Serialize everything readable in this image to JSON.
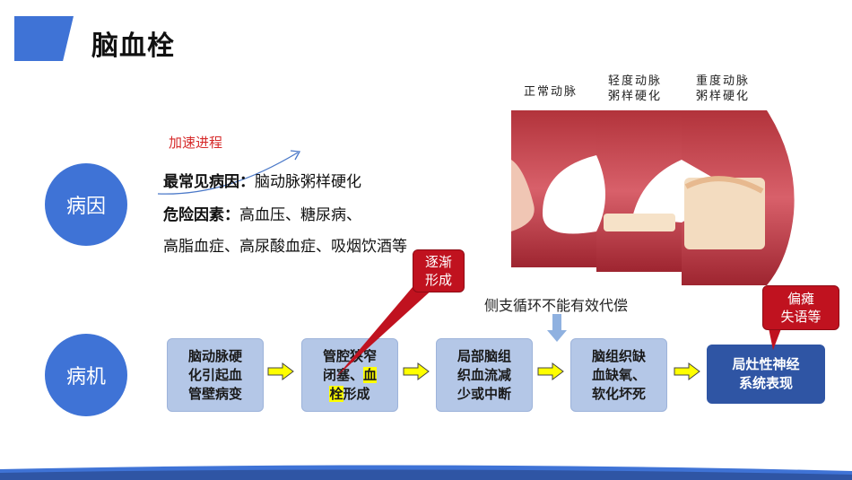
{
  "title": "脑血栓",
  "colors": {
    "accent": "#3f73d6",
    "box": "#b4c7e7",
    "final_box": "#2f55a4",
    "callout": "#c0121f"
  },
  "cause": {
    "circle_label": "病因",
    "accelerate_label": "加速进程",
    "common_label": "最常见病因：",
    "common_value": "脑动脉粥样硬化",
    "risk_label": "危险因素：",
    "risk_value_1": "高血压、糖尿病、",
    "risk_value_2": "高脂血症、高尿酸血症、吸烟饮酒等"
  },
  "artery": {
    "normal": "正常动脉",
    "mild_1": "轻度动脉",
    "mild_2": "粥样硬化",
    "severe_1": "重度动脉",
    "severe_2": "粥样硬化"
  },
  "mechanism": {
    "circle_label": "病机",
    "side_note": "侧支循环不能有效代偿",
    "callout_thrombus_1": "逐渐",
    "callout_thrombus_2": "形成",
    "callout_symptoms_1": "偏瘫",
    "callout_symptoms_2": "失语等",
    "steps": [
      {
        "line1": "脑动脉硬",
        "line2": "化引起血",
        "line3": "管壁病变"
      },
      {
        "line1": "管腔狭窄",
        "line2a": "闭塞、",
        "line2b": "血",
        "line3a": "栓",
        "line3b": "形成"
      },
      {
        "line1": "局部脑组",
        "line2": "织血流减",
        "line3": "少或中断"
      },
      {
        "line1": "脑组织缺",
        "line2": "血缺氧、",
        "line3": "软化坏死"
      },
      {
        "line1": "局灶性神经",
        "line2": "系统表现"
      }
    ]
  }
}
